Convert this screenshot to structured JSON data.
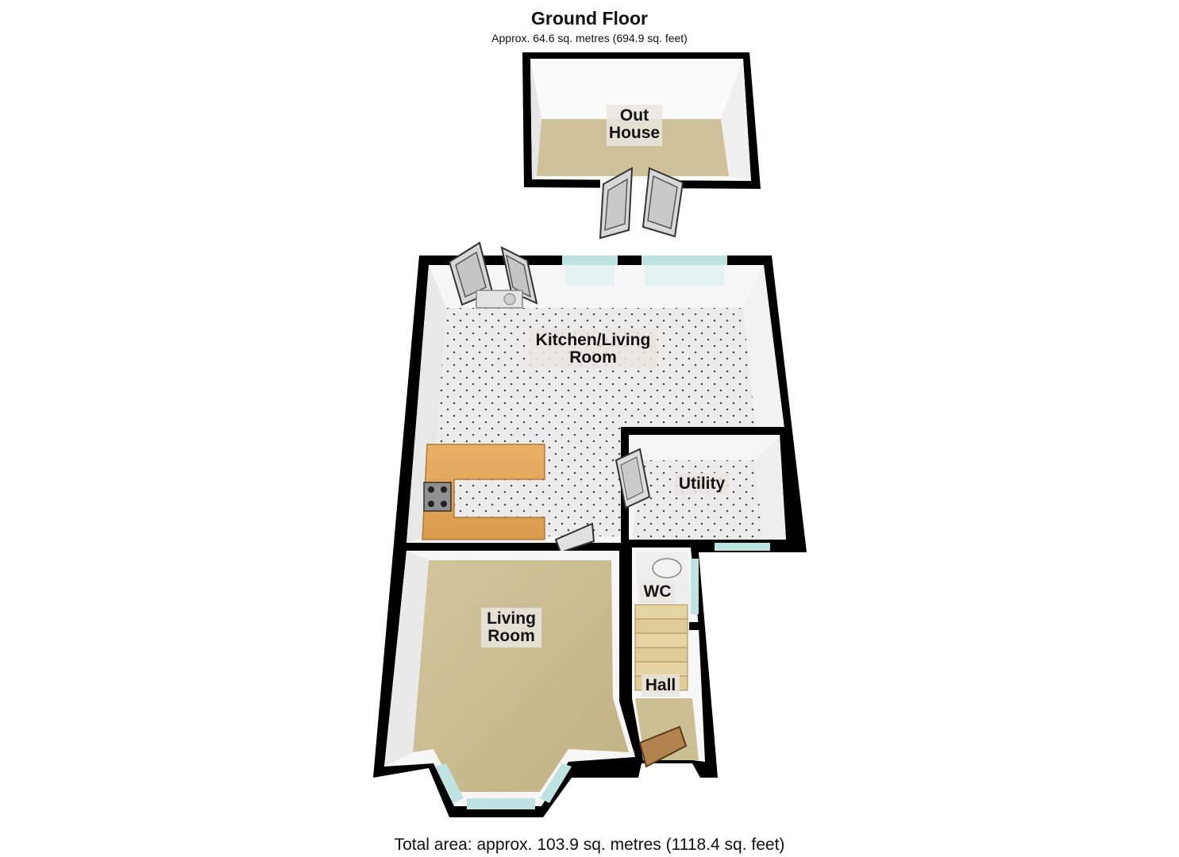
{
  "floor": {
    "title": "Ground Floor",
    "area": "Approx. 64.6 sq. metres (694.9 sq. feet)"
  },
  "rooms": {
    "outhouse": {
      "line1": "Out",
      "line2": "House"
    },
    "kitchen_living": {
      "line1": "Kitchen/Living",
      "line2": "Room"
    },
    "utility": {
      "line1": "Utility"
    },
    "wc": {
      "line1": "WC"
    },
    "living_room": {
      "line1": "Living",
      "line2": "Room"
    },
    "hall": {
      "line1": "Hall"
    }
  },
  "footer": {
    "total_area": "Total area: approx. 103.9 sq. metres (1118.4 sq. feet)"
  },
  "colors": {
    "wall": "#000000",
    "carpet": "#cdbf94",
    "tile": "#ededed",
    "worktop": "#e3a85a",
    "window": "#bfe3e0",
    "stairs": "#e2cf9d",
    "door": "#b3834f"
  }
}
